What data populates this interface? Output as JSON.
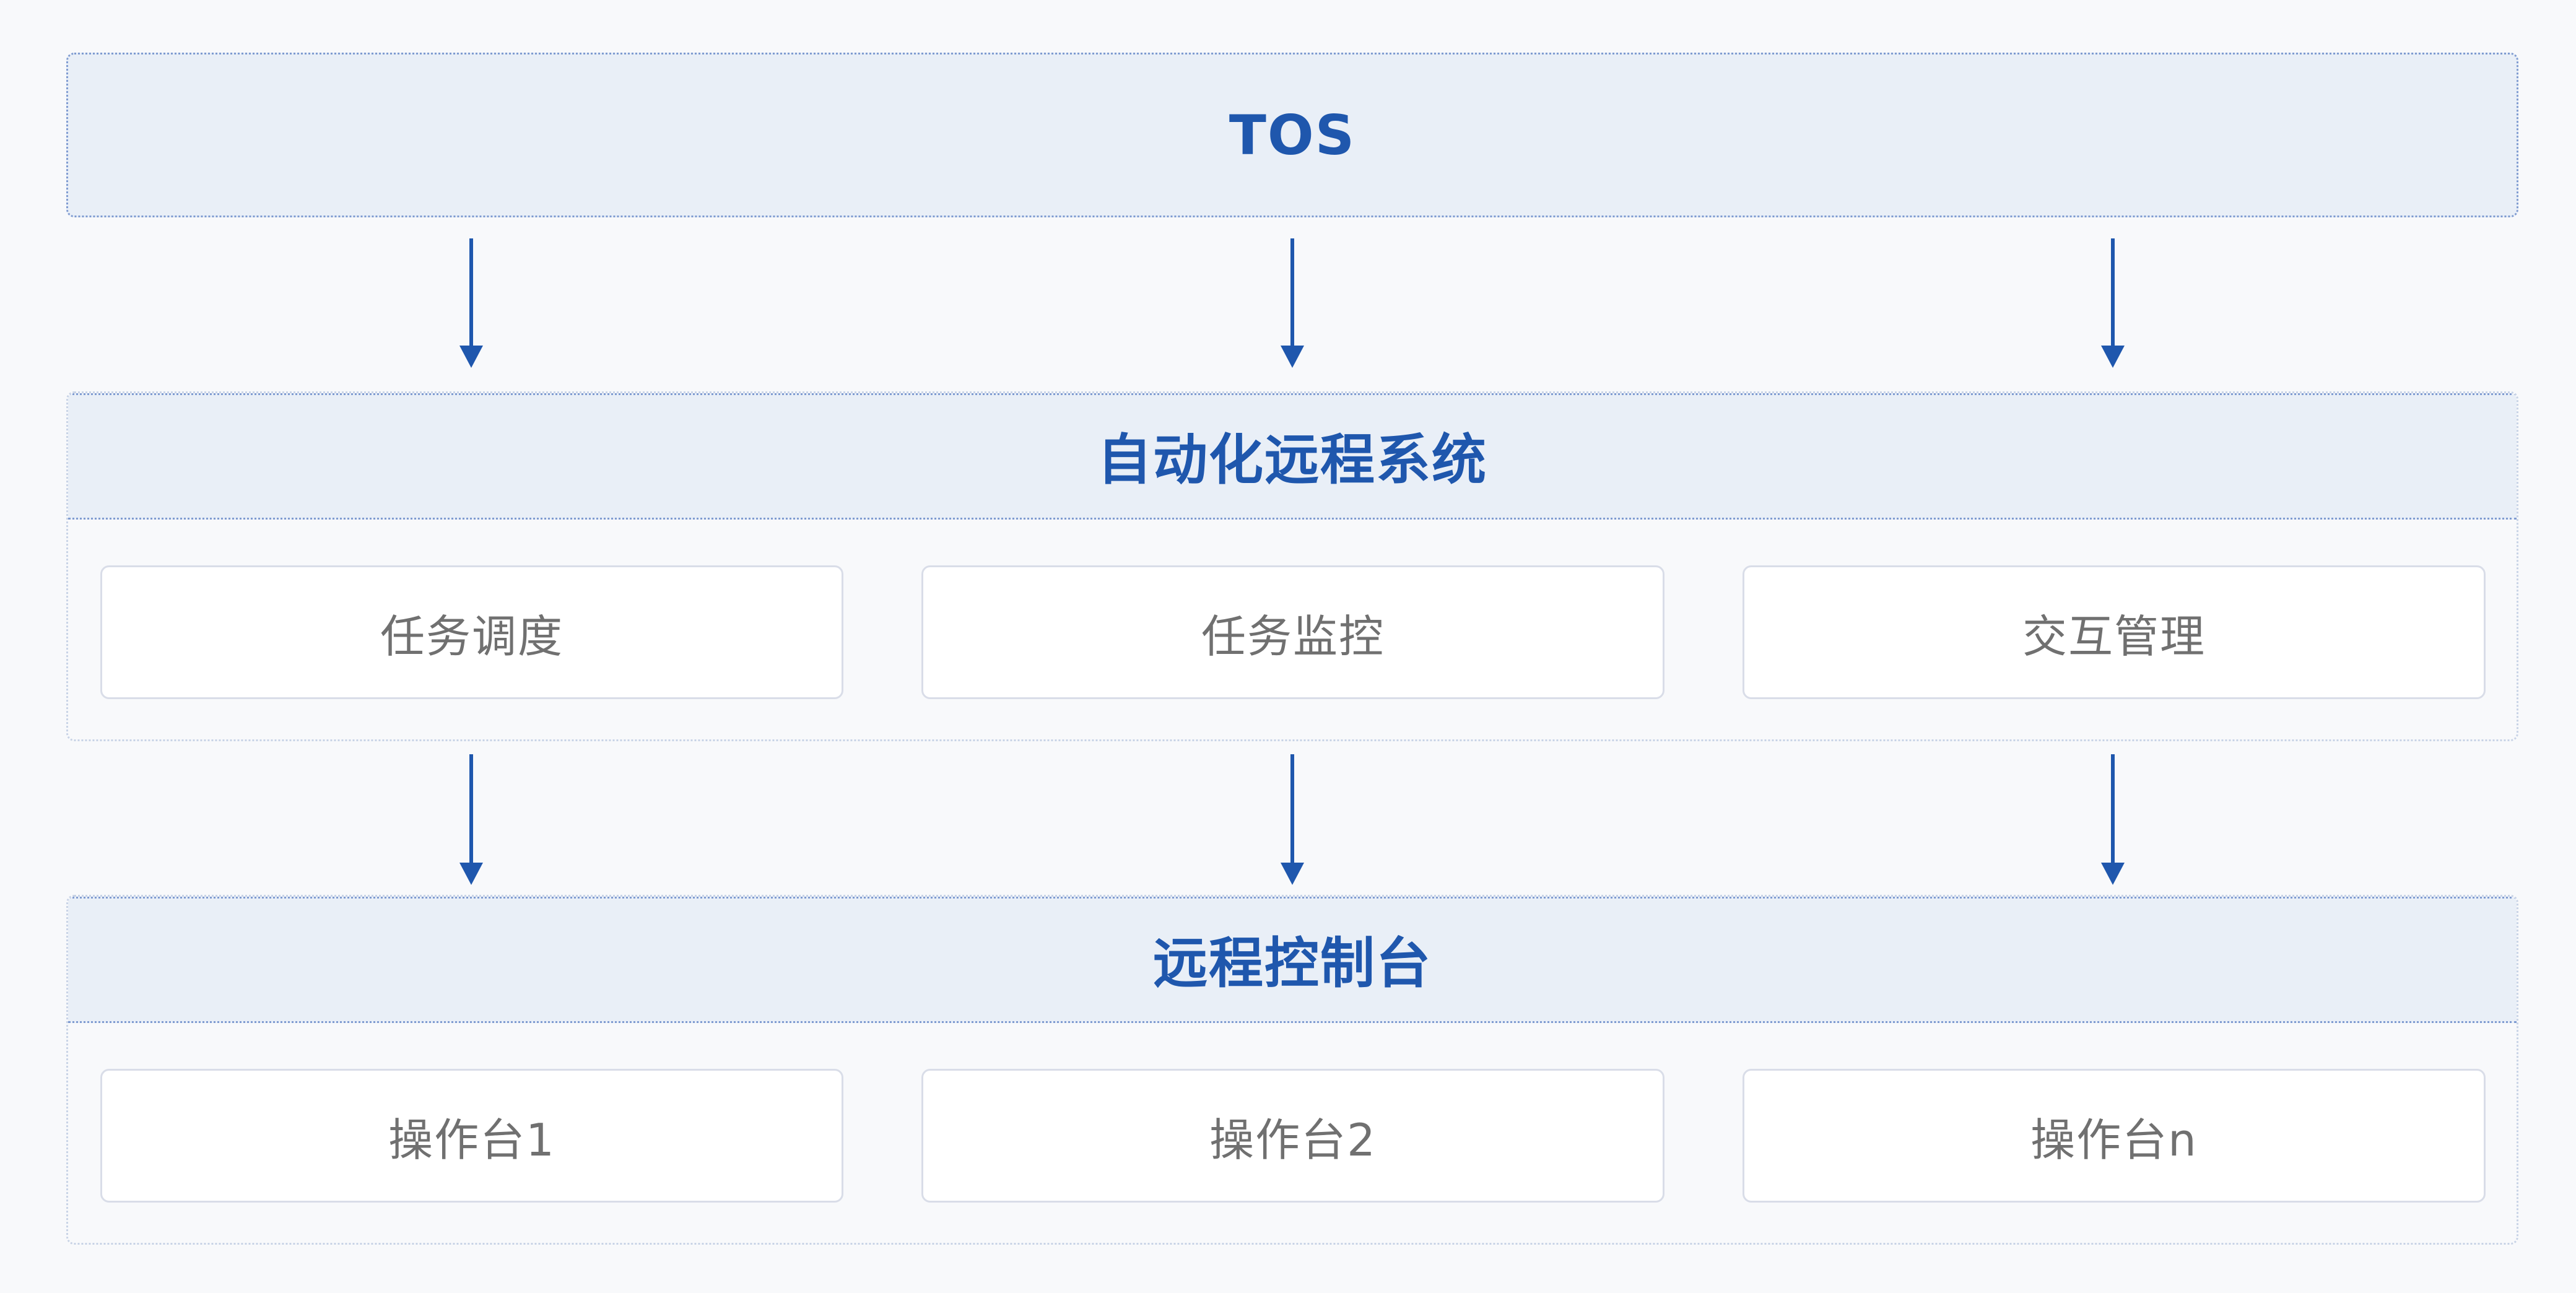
{
  "tiers": {
    "tos": {
      "title": "TOS"
    },
    "system": {
      "title": "自动化远程系统",
      "modules": [
        "任务调度",
        "任务监控",
        "交互管理"
      ]
    },
    "console": {
      "title": "远程控制台",
      "modules": [
        "操作台1",
        "操作台2",
        "操作台n"
      ]
    }
  },
  "colors": {
    "accent": "#1f57ad",
    "header_bg": "#e9eff7",
    "module_text": "#707070",
    "page_bg": "#f8f9fb"
  }
}
